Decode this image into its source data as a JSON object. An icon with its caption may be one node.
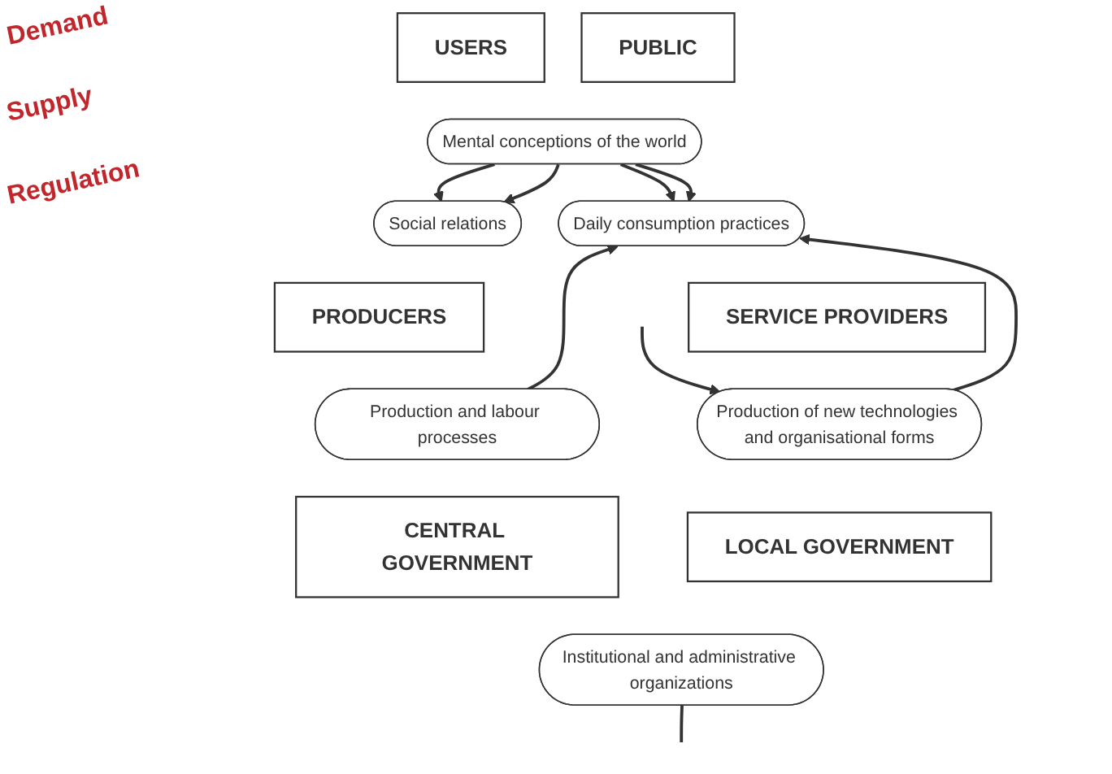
{
  "diagram": {
    "nodes": [
      {
        "text": [
          "USERS"
        ]
      },
      {
        "text": [
          "PUBLIC"
        ]
      },
      {
        "text": [
          "Mental conceptions of the world"
        ]
      },
      {
        "text": [
          "Social relations"
        ]
      },
      {
        "text": [
          "Daily consumption practices"
        ]
      },
      {
        "text": [
          "PRODUCERS"
        ]
      },
      {
        "text": [
          "SERVICE PROVIDERS"
        ]
      },
      {
        "text": [
          "Production and labour processes"
        ]
      },
      {
        "text": [
          "Production of new technologies and organisational forms"
        ]
      },
      {
        "text": [
          "CENTRAL GOVERNMENT"
        ]
      },
      {
        "text": [
          "LOCAL GOVERNMENT"
        ]
      },
      {
        "text": [
          "Institutional and administrative organizations"
        ]
      }
    ],
    "edges": [
      {
        "from": 2,
        "to": 3,
        "arrow": "to"
      },
      {
        "from": 2,
        "to": 4,
        "arrow": "to"
      },
      {
        "from": 2,
        "to": 3,
        "arrow": "to"
      },
      {
        "from": 2,
        "to": 4,
        "arrow": "to"
      },
      {
        "from": 7,
        "to": 4,
        "arrow": "to"
      },
      {
        "from": 8,
        "to": 4,
        "arrow": "to"
      },
      {
        "from": null,
        "to": 8,
        "arrow": "to"
      },
      {
        "from": 11,
        "to": null,
        "arrow": "none"
      }
    ],
    "labels": [
      "Demand",
      "Supply",
      "Regulation"
    ]
  }
}
